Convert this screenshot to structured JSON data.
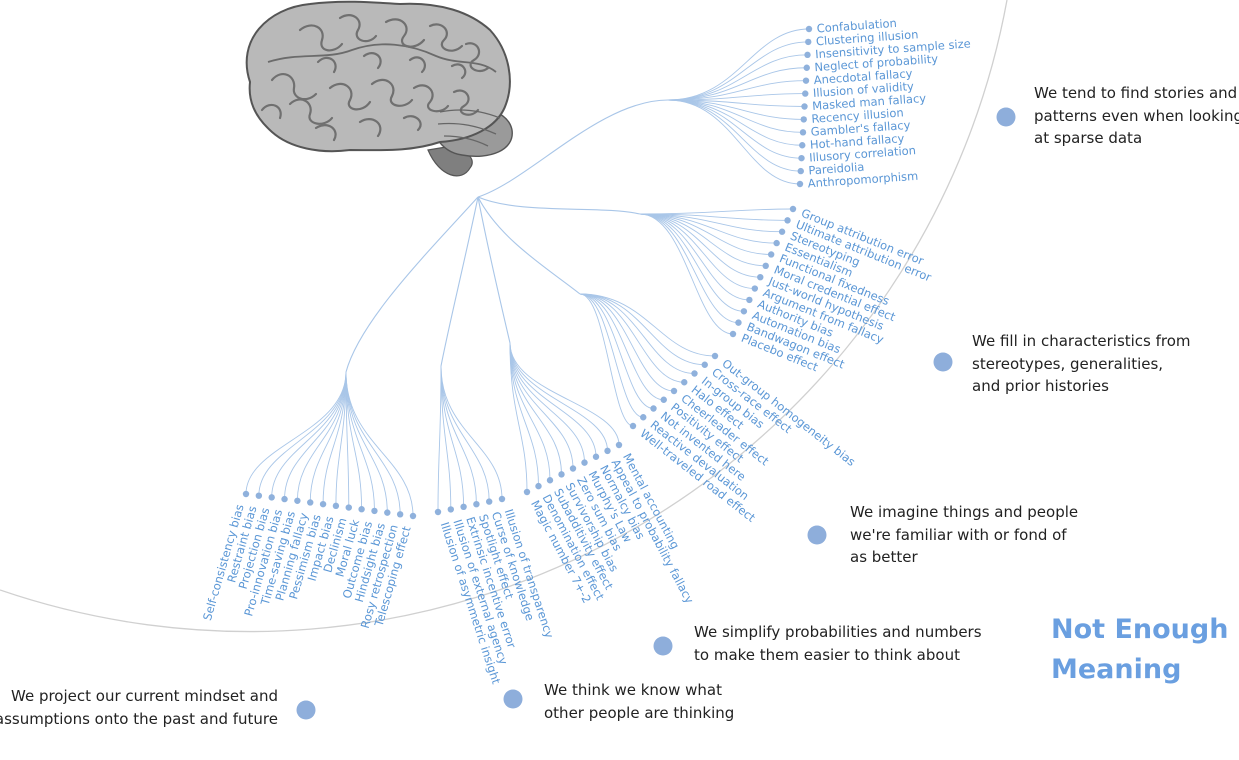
{
  "title": {
    "line1": "Not Enough",
    "line2": "Meaning"
  },
  "colors": {
    "accent": "#6a9fe0",
    "label": "#5b97d6",
    "node": "#8fb1dc",
    "branch": "#a9c6e8",
    "ring": "#d0d0d0"
  },
  "central_icon": "brain-icon",
  "groups": [
    {
      "id": "stories",
      "description": [
        "We tend to find stories and",
        "patterns even when looking",
        "at sparse data"
      ],
      "items": [
        "Confabulation",
        "Clustering illusion",
        "Insensitivity to sample size",
        "Neglect of probability",
        "Anecdotal fallacy",
        "Illusion of validity",
        "Masked man fallacy",
        "Recency illusion",
        "Gambler's fallacy",
        "Hot-hand fallacy",
        "Illusory correlation",
        "Pareidolia",
        "Anthropomorphism"
      ]
    },
    {
      "id": "stereotypes",
      "description": [
        "We fill in characteristics from",
        "stereotypes, generalities,",
        "and prior histories"
      ],
      "items": [
        "Group attribution error",
        "Ultimate attribution error",
        "Stereotyping",
        "Essentialism",
        "Functional fixedness",
        "Moral credential effect",
        "Just-world hypothesis",
        "Argument from fallacy",
        "Authority bias",
        "Automation bias",
        "Bandwagon effect",
        "Placebo effect"
      ]
    },
    {
      "id": "familiar",
      "description": [
        "We imagine things and people",
        "we're familiar with or fond of",
        "as better"
      ],
      "items": [
        "Out-group homogeneity bias",
        "Cross-race effect",
        "In-group bias",
        "Halo effect",
        "Cheerleader effect",
        "Positivity effect",
        "Not invented here",
        "Reactive devaluation",
        "Well-traveled road effect"
      ]
    },
    {
      "id": "numbers",
      "description": [
        "We simplify probabilities and numbers",
        "to make them easier to think about"
      ],
      "items": [
        "Mental accounting",
        "Appeal to probability fallacy",
        "Normalcy bias",
        "Murphy's Law",
        "Zero sum bias",
        "Survivorship bias",
        "Subadditivity effect",
        "Denomination effect",
        "Magic number 7+-2"
      ]
    },
    {
      "id": "others",
      "description": [
        "We think we know what",
        "other people are thinking"
      ],
      "items": [
        "Illusion of transparency",
        "Curse of knowledge",
        "Spotlight effect",
        "Extrinsic incentive error",
        "Illusion of external agency",
        "Illusion of asymmetric insight"
      ]
    },
    {
      "id": "project",
      "description": [
        "We project our current mindset and",
        "assumptions onto the past and future"
      ],
      "items": [
        "Self-consistency bias",
        "Restraint bias",
        "Projection bias",
        "Pro-innovation bias",
        "Time-saving bias",
        "Planning fallacy",
        "Pessimism bias",
        "Impact bias",
        "Declinism",
        "Moral luck",
        "Outcome bias",
        "Hindsight bias",
        "Rosy retrospection",
        "Telescoping effect"
      ]
    }
  ]
}
